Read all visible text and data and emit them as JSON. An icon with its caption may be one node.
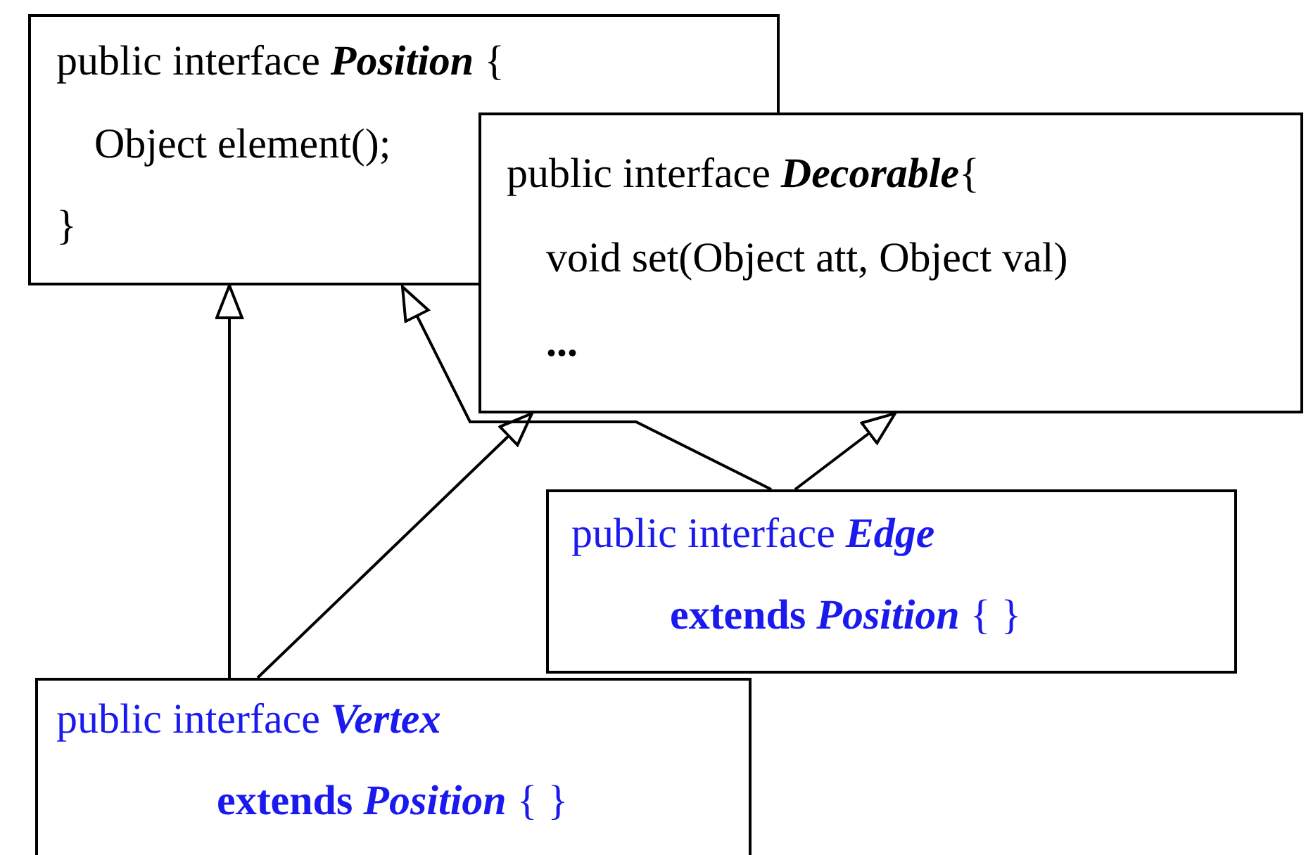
{
  "diagram": {
    "nodes": [
      {
        "text": [
          "public interface *Position* {",
          "Object element();",
          "}"
        ]
      },
      {
        "text": [
          "public interface *Decorable*{",
          "void set(Object att, Object val)",
          "..."
        ]
      },
      {
        "text": [
          "public interface *Edge*",
          "**extends** *Position* { }"
        ]
      },
      {
        "text": [
          "public interface *Vertex*",
          "**extends** *Position* { }"
        ]
      }
    ],
    "edges": [
      {
        "from": 3,
        "to": 0,
        "arrow": "to"
      },
      {
        "from": 3,
        "to": 1,
        "arrow": "to"
      },
      {
        "from": 2,
        "to": 0,
        "arrow": "to"
      },
      {
        "from": 2,
        "to": 1,
        "arrow": "to"
      }
    ]
  }
}
